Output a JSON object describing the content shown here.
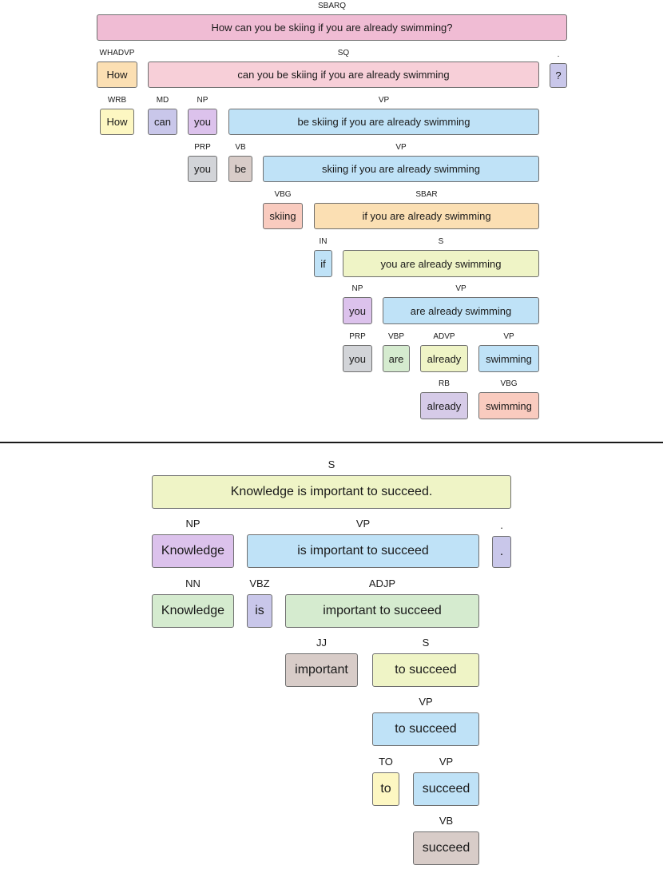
{
  "colors": {
    "pink": "#f0bcd4",
    "lightpink": "#f7cfd8",
    "orange": "#fbdfb3",
    "yellow": "#fdf7c2",
    "lavender": "#c9c7ea",
    "purple": "#dcc2ec",
    "blue": "#bfe2f7",
    "gray": "#d2d4d8",
    "taupe": "#d8ccc8",
    "salmon": "#f9cbbf",
    "lime": "#eff4c6",
    "green": "#d5ebcf",
    "mauve": "#d6cbe8"
  },
  "trees": [
    {
      "sentence": "How can you be skiing if you are already swimming?",
      "nodes": [
        {
          "label": "SBARQ",
          "text": "How can you be skiing if you are already swimming?",
          "color": "pink"
        },
        {
          "label": "WHADVP",
          "text": "How",
          "color": "orange"
        },
        {
          "label": "SQ",
          "text": "can you be skiing if you are already swimming",
          "color": "lightpink"
        },
        {
          "label": ".",
          "text": "?",
          "color": "lavender"
        },
        {
          "label": "WRB",
          "text": "How",
          "color": "yellow"
        },
        {
          "label": "MD",
          "text": "can",
          "color": "lavender"
        },
        {
          "label": "NP",
          "text": "you",
          "color": "purple"
        },
        {
          "label": "VP",
          "text": "be skiing if you are already swimming",
          "color": "blue"
        },
        {
          "label": "PRP",
          "text": "you",
          "color": "gray"
        },
        {
          "label": "VB",
          "text": "be",
          "color": "taupe"
        },
        {
          "label": "VP",
          "text": "skiing if you are already swimming",
          "color": "blue"
        },
        {
          "label": "VBG",
          "text": "skiing",
          "color": "salmon"
        },
        {
          "label": "SBAR",
          "text": "if you are already swimming",
          "color": "orange"
        },
        {
          "label": "IN",
          "text": "if",
          "color": "blue"
        },
        {
          "label": "S",
          "text": "you are already swimming",
          "color": "lime"
        },
        {
          "label": "NP",
          "text": "you",
          "color": "purple"
        },
        {
          "label": "VP",
          "text": "are already swimming",
          "color": "blue"
        },
        {
          "label": "PRP",
          "text": "you",
          "color": "gray"
        },
        {
          "label": "VBP",
          "text": "are",
          "color": "green"
        },
        {
          "label": "ADVP",
          "text": "already",
          "color": "lime"
        },
        {
          "label": "VP",
          "text": "swimming",
          "color": "blue"
        },
        {
          "label": "RB",
          "text": "already",
          "color": "mauve"
        },
        {
          "label": "VBG",
          "text": "swimming",
          "color": "salmon"
        }
      ]
    },
    {
      "sentence": "Knowledge is important to succeed.",
      "nodes": [
        {
          "label": "S",
          "text": "Knowledge is important to succeed.",
          "color": "lime"
        },
        {
          "label": "NP",
          "text": "Knowledge",
          "color": "purple"
        },
        {
          "label": "VP",
          "text": "is important to succeed",
          "color": "blue"
        },
        {
          "label": ".",
          "text": ".",
          "color": "lavender"
        },
        {
          "label": "NN",
          "text": "Knowledge",
          "color": "green"
        },
        {
          "label": "VBZ",
          "text": "is",
          "color": "lavender"
        },
        {
          "label": "ADJP",
          "text": "important to succeed",
          "color": "green"
        },
        {
          "label": "JJ",
          "text": "important",
          "color": "taupe"
        },
        {
          "label": "S",
          "text": "to succeed",
          "color": "lime"
        },
        {
          "label": "VP",
          "text": "to succeed",
          "color": "blue"
        },
        {
          "label": "TO",
          "text": "to",
          "color": "yellow"
        },
        {
          "label": "VP",
          "text": "succeed",
          "color": "blue"
        },
        {
          "label": "VB",
          "text": "succeed",
          "color": "taupe"
        }
      ]
    }
  ]
}
